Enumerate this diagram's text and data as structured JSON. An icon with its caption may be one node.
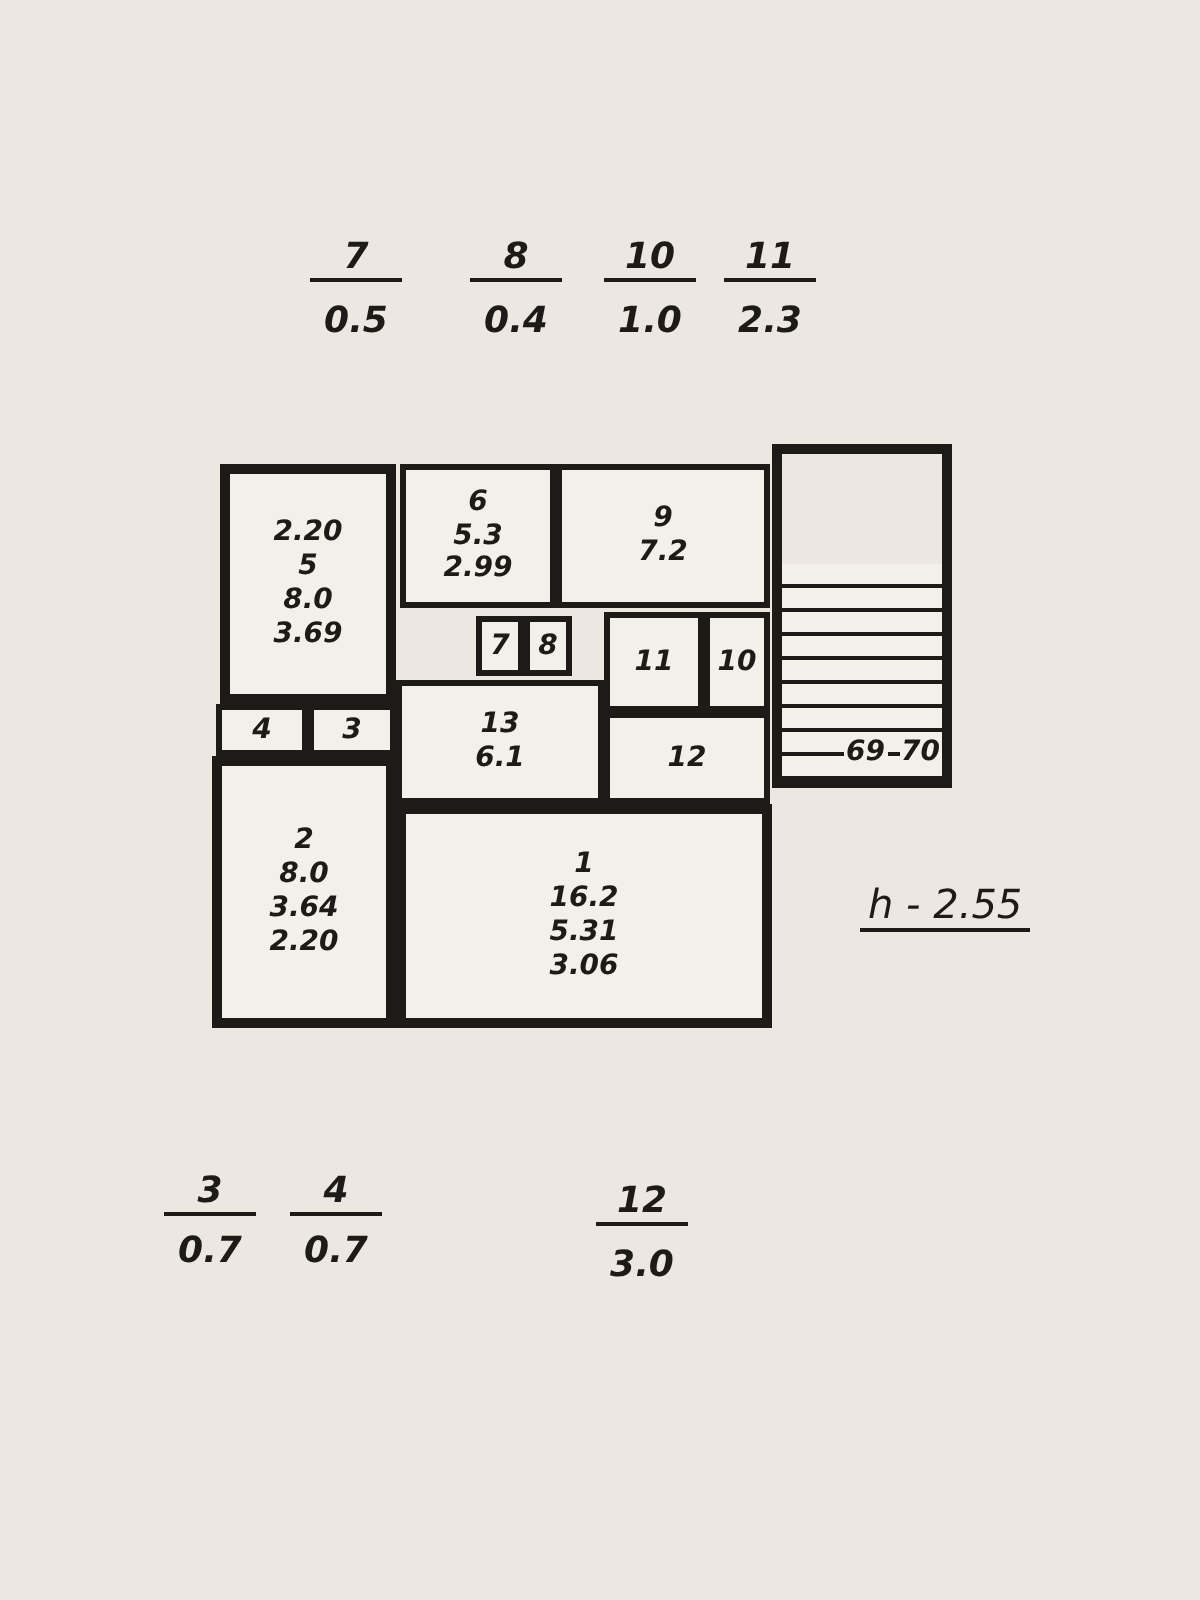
{
  "diagram": {
    "nodes": [
      {
        "text": [
          "2.20",
          "5",
          "8.0",
          "3.69"
        ]
      },
      {
        "text": [
          "6",
          "5.3",
          "2.99"
        ]
      },
      {
        "text": [
          "9",
          "7.2"
        ]
      },
      {
        "text": [
          "7"
        ]
      },
      {
        "text": [
          "8"
        ]
      },
      {
        "text": [
          "11"
        ]
      },
      {
        "text": [
          "10"
        ]
      },
      {
        "text": [
          "13",
          "6.1"
        ]
      },
      {
        "text": [
          "12"
        ]
      },
      {
        "text": [
          "4"
        ]
      },
      {
        "text": [
          "3"
        ]
      },
      {
        "text": [
          "2",
          "8.0",
          "3.64",
          "2.20"
        ]
      },
      {
        "text": [
          "1",
          "16.2",
          "5.31",
          "3.06"
        ]
      },
      {
        "text": [
          "69",
          "70"
        ]
      }
    ],
    "labels": [
      "7",
      "0.5",
      "8",
      "0.4",
      "10",
      "1.0",
      "11",
      "2.3",
      "3",
      "0.7",
      "4",
      "0.7",
      "12",
      "3.0",
      "h - 2.55"
    ]
  }
}
